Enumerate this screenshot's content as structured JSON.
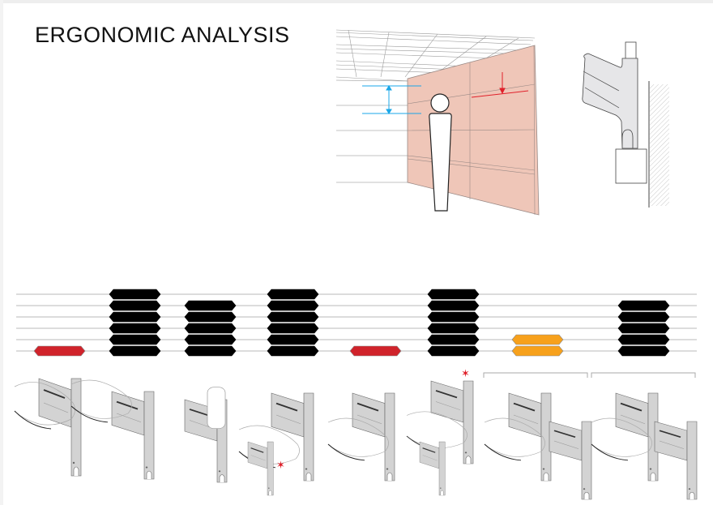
{
  "title": "ERGONOMIC ANALYSIS",
  "colors": {
    "high": "#000000",
    "bad": "#d0232b",
    "medium": "#f7a11c",
    "grid": "#c8c8c8",
    "wall": "#efc6b8",
    "guide": "#1aa7e8",
    "deflection": "#e0202a",
    "part": "#d9d9d9"
  },
  "rating_scale_levels": 6,
  "ratings": [
    {
      "level": 1,
      "color": "bad"
    },
    {
      "level": 6,
      "color": "high"
    },
    {
      "level": 5,
      "color": "high"
    },
    {
      "level": 6,
      "color": "high"
    },
    {
      "level": 1,
      "color": "bad"
    },
    {
      "level": 6,
      "color": "high"
    },
    {
      "level": 2,
      "color": "medium"
    },
    {
      "level": 5,
      "color": "high"
    }
  ]
}
